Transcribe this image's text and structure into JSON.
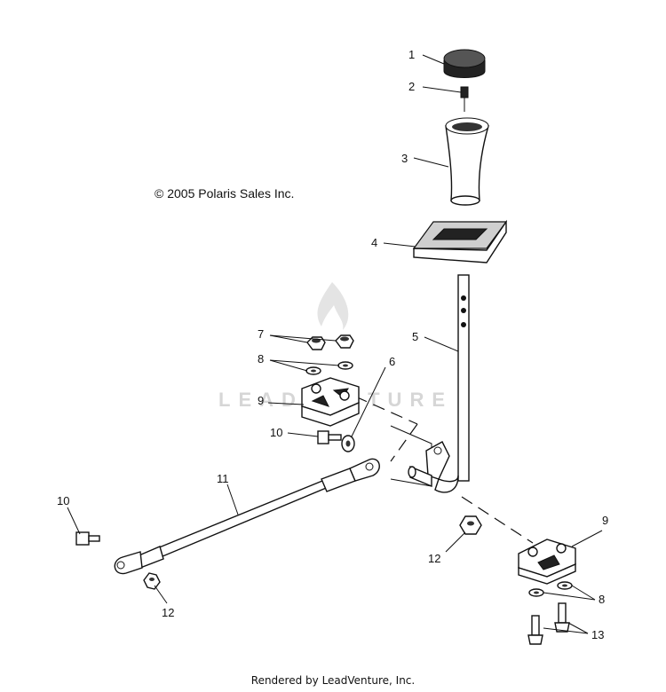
{
  "diagram": {
    "copyright": "© 2005 Polaris Sales Inc.",
    "footer": "Rendered by LeadVenture, Inc.",
    "watermark": "LEADVENTURE",
    "callouts": {
      "c1": "1",
      "c2": "2",
      "c3": "3",
      "c4": "4",
      "c5": "5",
      "c6": "6",
      "c7": "7",
      "c8a": "8",
      "c8b": "8",
      "c9a": "9",
      "c9b": "9",
      "c10a": "10",
      "c10b": "10",
      "c11": "11",
      "c12a": "12",
      "c12b": "12",
      "c13": "13"
    }
  }
}
